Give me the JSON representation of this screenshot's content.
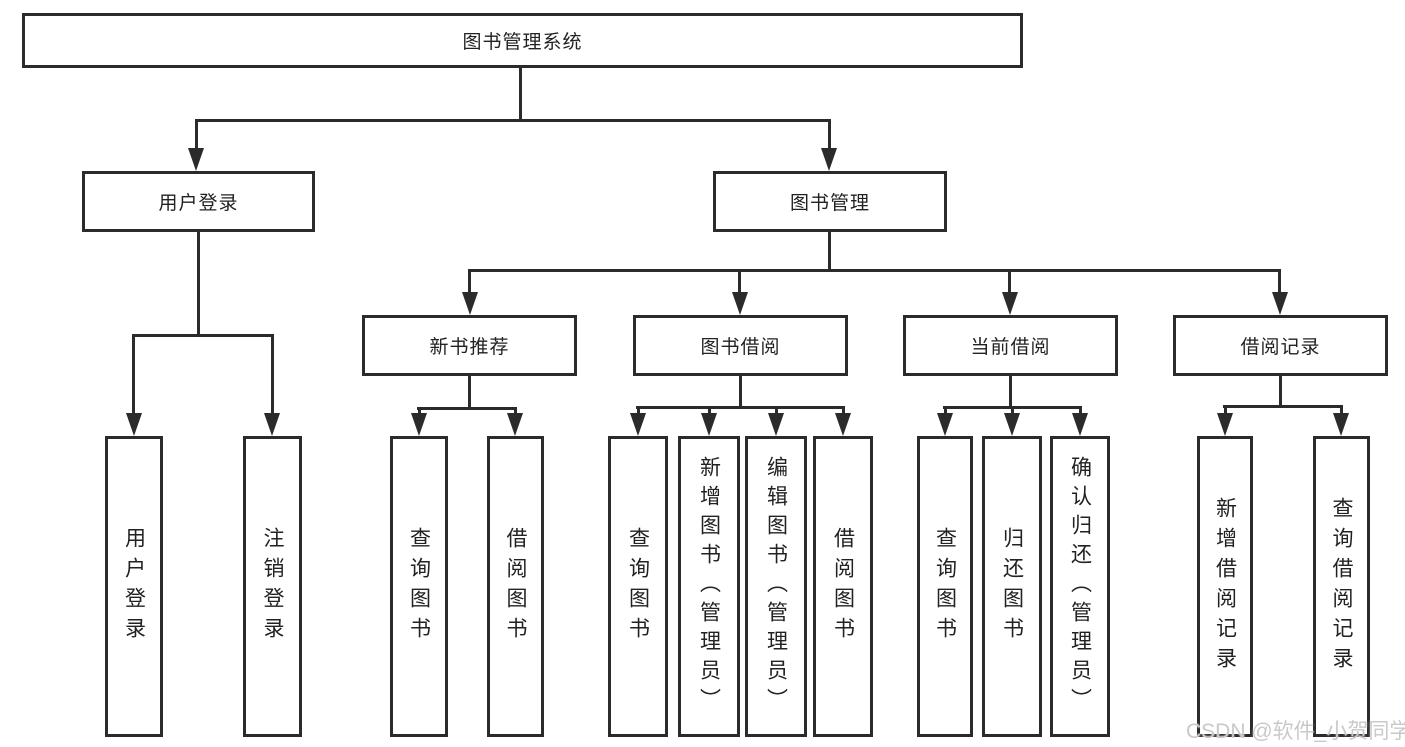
{
  "diagram": {
    "root": {
      "label": "图书管理系统"
    },
    "level2": {
      "user_login": {
        "label": "用户登录"
      },
      "book_mgmt": {
        "label": "图书管理"
      }
    },
    "level3": {
      "new_book_rec": {
        "label": "新书推荐"
      },
      "book_borrow": {
        "label": "图书借阅"
      },
      "current_borrow": {
        "label": "当前借阅"
      },
      "borrow_record": {
        "label": "借阅记录"
      }
    },
    "leaves": {
      "user_login": "用户登录",
      "logout": "注销登录",
      "rec_query": "查询图书",
      "rec_borrow": "借阅图书",
      "bb_query": "查询图书",
      "bb_add": "新增图书（管理员）",
      "bb_edit": "编辑图书（管理员）",
      "bb_borrow": "借阅图书",
      "cur_query": "查询图书",
      "cur_return": "归还图书",
      "cur_confirm": "确认归还（管理员）",
      "rec2_add": "新增借阅记录",
      "rec2_query": "查询借阅记录"
    }
  },
  "watermark": {
    "text": "CSDN @软件_小贺同学"
  },
  "colors": {
    "line": "#2b2b2b",
    "background": "#ffffff",
    "watermark": "#c9c9c9"
  }
}
